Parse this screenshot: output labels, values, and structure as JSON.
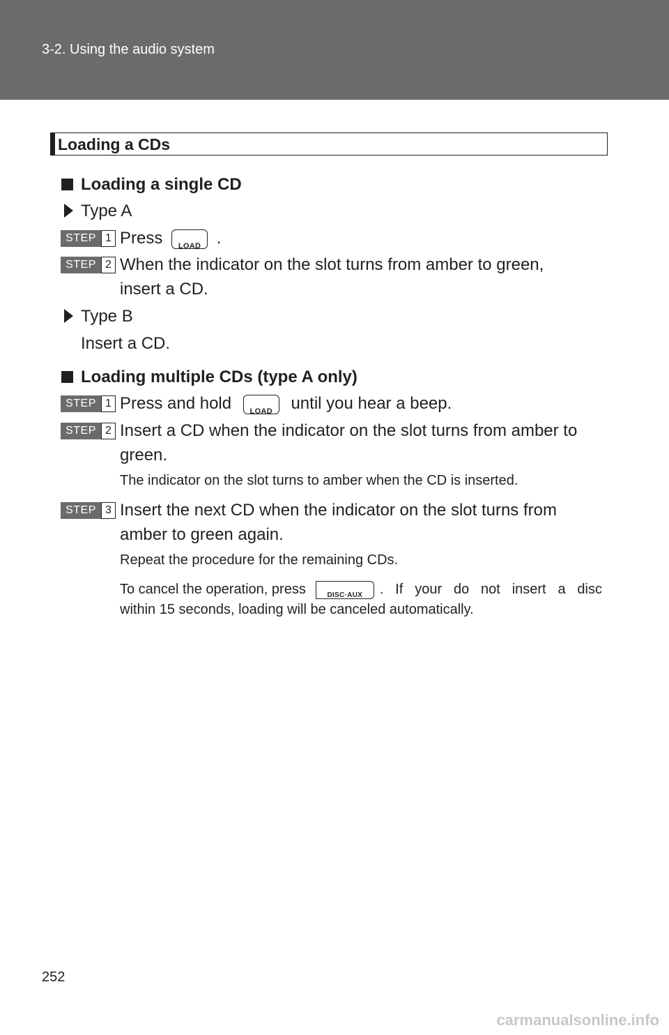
{
  "header": {
    "section": "3-2. Using the audio system"
  },
  "section_title": "Loading a CDs",
  "single": {
    "heading": "Loading a single CD",
    "type_a": "Type A",
    "a_step1_pre": "Press",
    "a_step1_post": ".",
    "a_step2_line1": "When the indicator on the slot turns from amber to green,",
    "a_step2_line2": "insert a CD.",
    "type_b": "Type B",
    "b_text": "Insert a CD."
  },
  "multiple": {
    "heading": "Loading multiple CDs (type A only)",
    "step1_pre": "Press and hold",
    "step1_post": "until you hear a beep.",
    "step2_line1": "Insert a CD when the indicator on the slot turns from amber to",
    "step2_line2": "green.",
    "step2_note": "The indicator on the slot turns to amber when the CD is inserted.",
    "step3_line1": "Insert the next CD when the indicator on the slot turns from",
    "step3_line2": "amber to green again.",
    "note1": "Repeat the procedure for the remaining CDs.",
    "note2_pre": "To cancel the operation, press",
    "note2_post": ". If your do not insert a disc",
    "note2_line2": "within 15 seconds, loading will be canceled automatically."
  },
  "steps": {
    "label": "STEP",
    "n1": "1",
    "n2": "2",
    "n3": "3"
  },
  "buttons": {
    "load": "LOAD",
    "disc_aux": "DISC·AUX"
  },
  "page_number": "252",
  "watermark": "carmanualsonline.info",
  "colors": {
    "header_band": "#6b6b6b",
    "step_badge": "#6b6b6b",
    "text": "#231f20"
  }
}
